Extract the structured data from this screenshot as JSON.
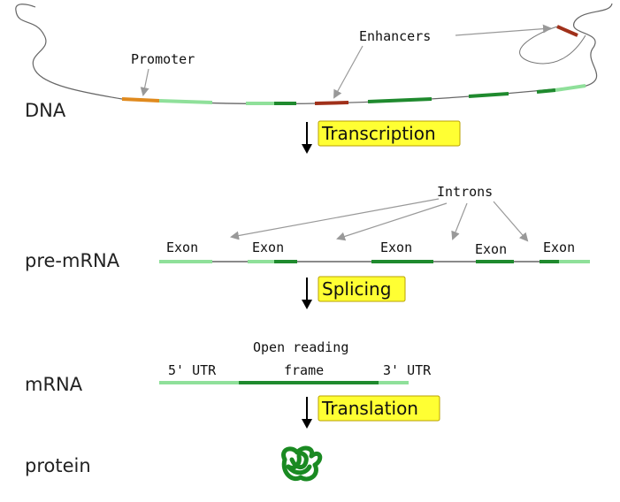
{
  "rows": {
    "dna": "DNA",
    "pre_mrna": "pre-mRNA",
    "mrna": "mRNA",
    "protein": "protein"
  },
  "dna_labels": {
    "promoter": "Promoter",
    "enhancers": "Enhancers"
  },
  "steps": {
    "transcription": "Transcription",
    "splicing": "Splicing",
    "translation": "Translation"
  },
  "pre_mrna_labels": {
    "introns": "Introns",
    "exon": "Exon"
  },
  "mrna_labels": {
    "utr5": "5' UTR",
    "orf_line1": "Open reading",
    "orf_line2": "frame",
    "utr3": "3' UTR"
  },
  "colors": {
    "promoter": "#e08a1e",
    "enhancer": "#a0301a",
    "exon_light": "#8fe09a",
    "exon_dark": "#1f8a2e",
    "step_box": "#ffff33",
    "step_border": "#b8a000",
    "protein": "#1a8a22",
    "line": "#444444",
    "pointer": "#999999"
  },
  "icons": {
    "down_arrow": "down-arrow-icon",
    "protein": "protein-blob-icon"
  }
}
